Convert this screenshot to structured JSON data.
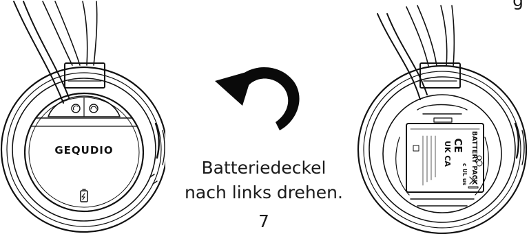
{
  "caption": {
    "line1": "Batteriedeckel",
    "line2": "nach links drehen."
  },
  "page_number": "7",
  "corner_fragment": "g",
  "left_earcup": {
    "brand": "GEQUDIO"
  },
  "right_earcup": {
    "battery_title": "BATTERY PACK",
    "markings": [
      "CE",
      "UK CA",
      "c UL us"
    ]
  },
  "icons": [
    "rotate-counterclockwise-arrow",
    "battery-icon",
    "button-icon"
  ]
}
